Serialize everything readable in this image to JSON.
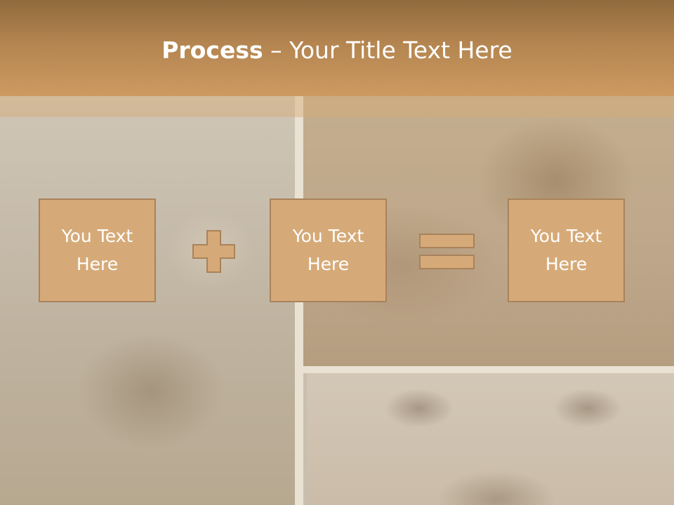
{
  "title": {
    "bold": "Process",
    "rest": " – Your Title Text Here"
  },
  "process": {
    "boxes": [
      {
        "label": "You Text Here"
      },
      {
        "label": "You Text Here"
      },
      {
        "label": "You Text Here"
      }
    ],
    "operators": [
      "plus-icon",
      "equals-icon"
    ]
  },
  "colors": {
    "title_band": "#b48550",
    "box_fill": "#d6aa78",
    "box_border": "#a9825a",
    "text": "#ffffff"
  }
}
